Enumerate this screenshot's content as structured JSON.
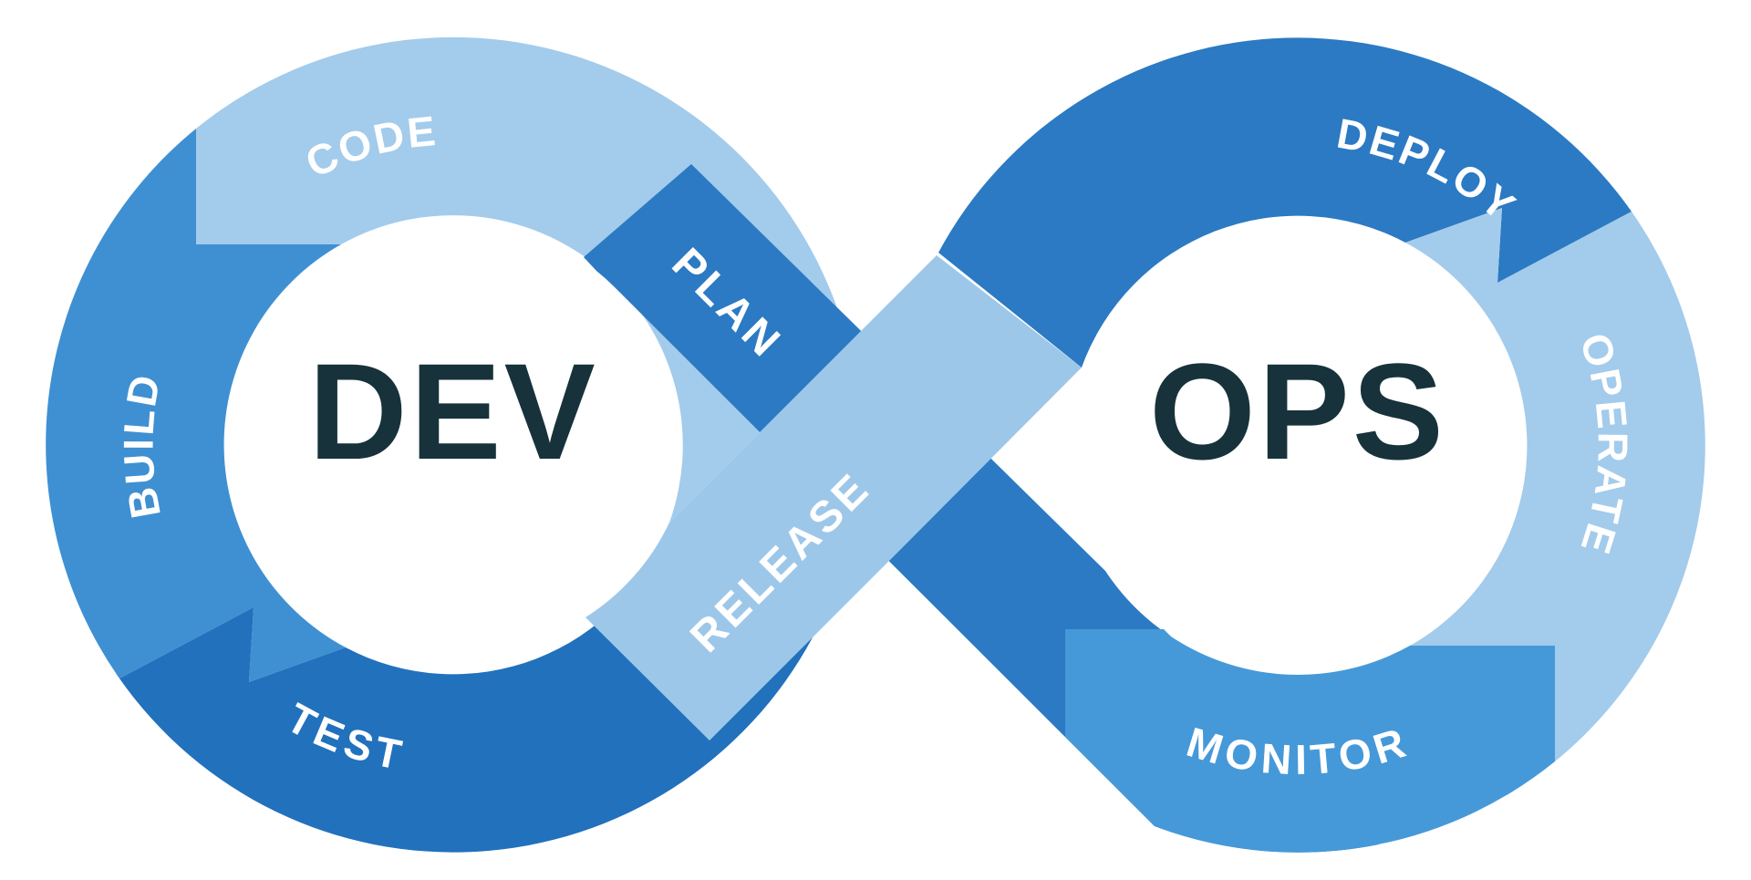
{
  "diagram": {
    "left_loop_core": "DEV",
    "right_loop_core": "OPS",
    "segments": {
      "plan": "PLAN",
      "code": "CODE",
      "build": "BUILD",
      "test": "TEST",
      "release": "RELEASE",
      "deploy": "DEPLOY",
      "operate": "OPERATE",
      "monitor": "MONITOR"
    }
  },
  "colors": {
    "light_blue": "#A3CBEB",
    "pale_blue": "#9DC7E9",
    "medium_blue": "#3F90D2",
    "sky_blue": "#4699D8",
    "deep_blue": "#2B7AC3",
    "navy_blue": "#2171BD",
    "core_text": "#17323B",
    "label_text": "#FFFFFF",
    "background": "#FFFFFF"
  }
}
